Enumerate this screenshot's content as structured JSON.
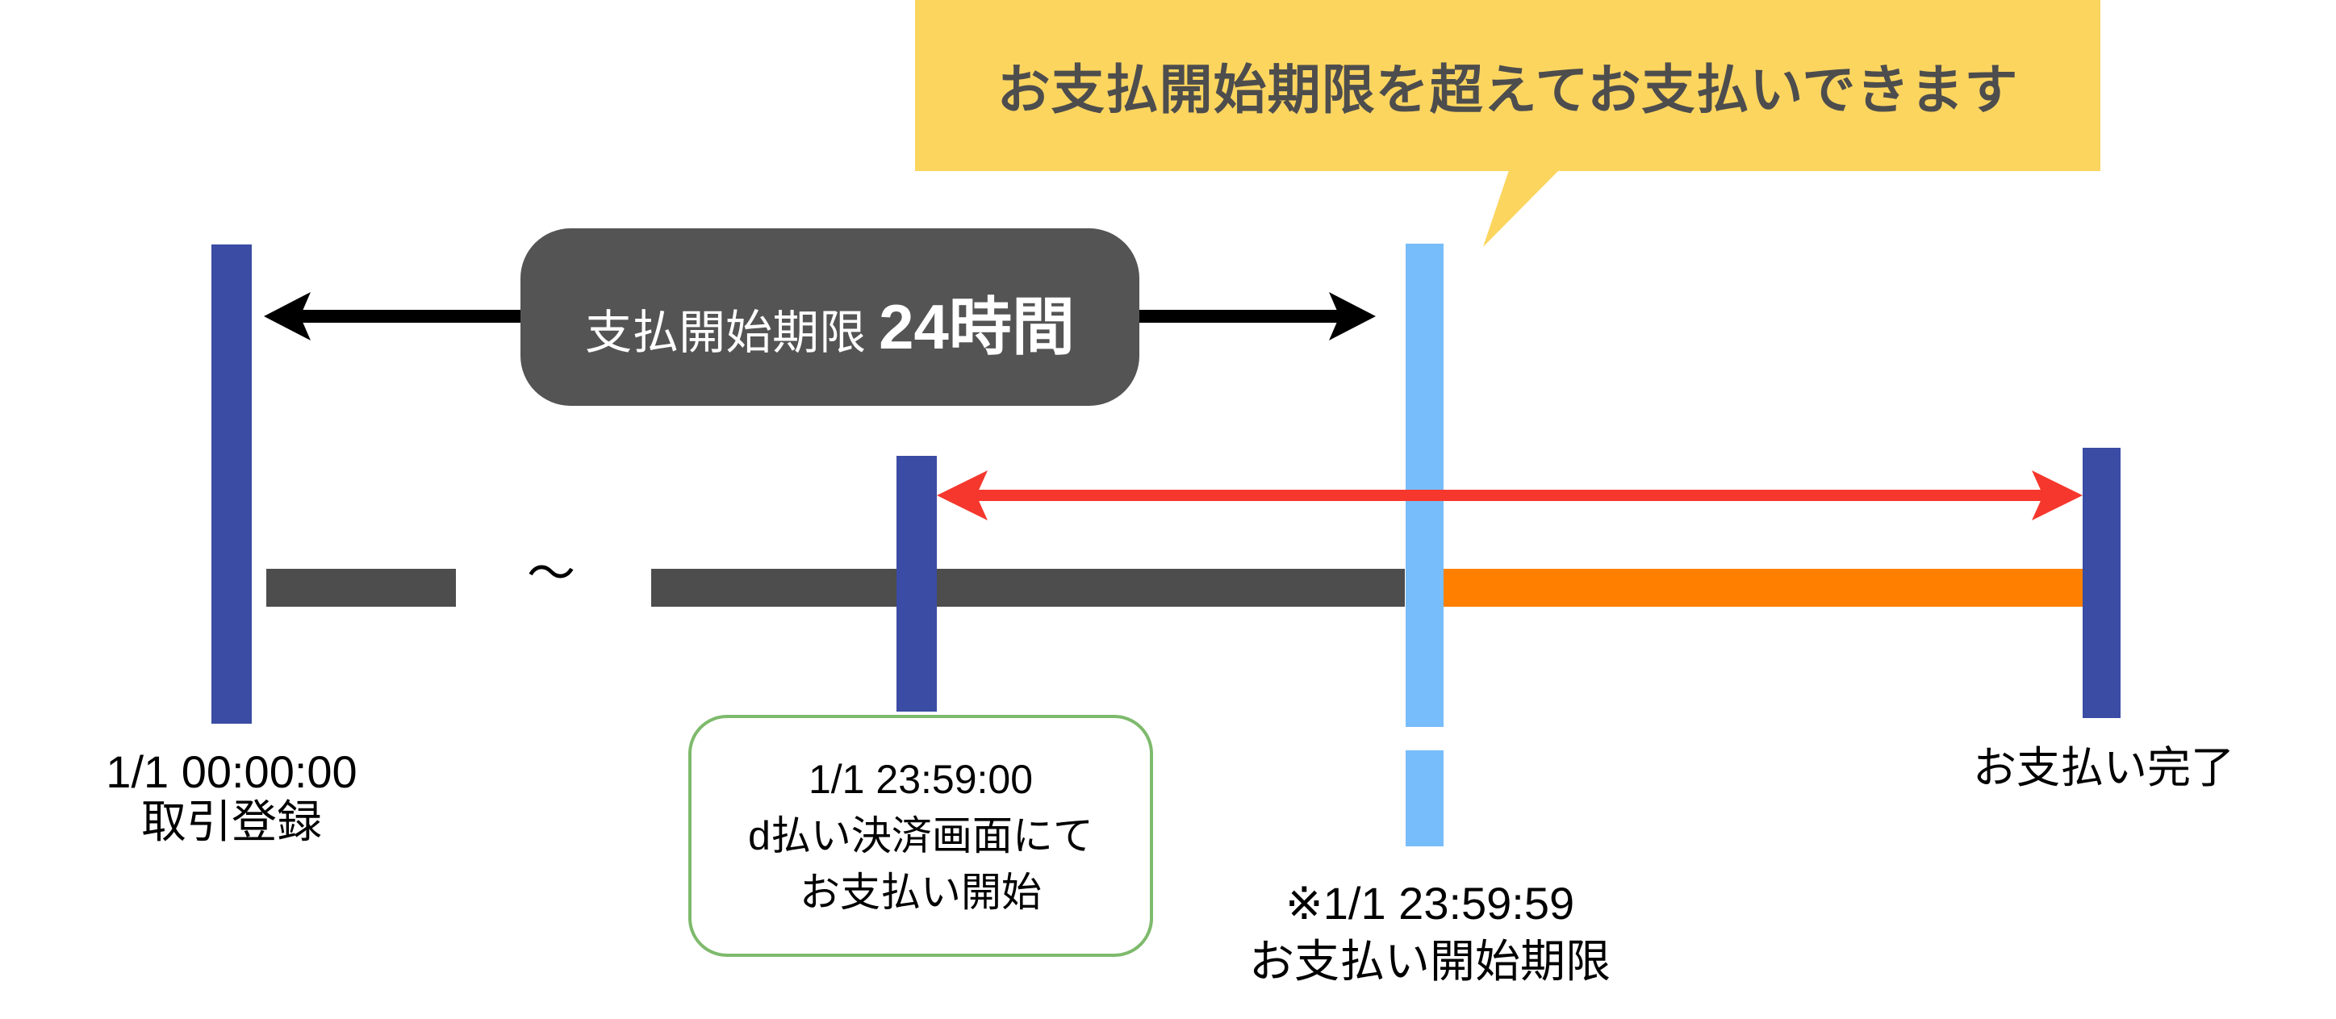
{
  "colors": {
    "royal_blue": "#3A4CA4",
    "light_blue": "#77BDFB",
    "orange": "#FF8000",
    "red": "#F5372D",
    "bar_gray": "#4D4D4D",
    "pill_gray": "#545454",
    "callout_yellow": "#FCD55F",
    "callout_text_gray": "#4D4D4D",
    "note_border_green": "#7EBA6C",
    "arrow_black": "#000000"
  },
  "callout": {
    "text": "お支払開始期限を超えてお支払いできます"
  },
  "duration_pill": {
    "label": "支払開始期限",
    "value": "24時間"
  },
  "timeline": {
    "break_symbol": "～"
  },
  "registration_label": {
    "line1": "1/1 00:00:00",
    "line2": "取引登録"
  },
  "payment_start_note": {
    "line1": "1/1 23:59:00",
    "line2": "d払い決済画面にて",
    "line3": "お支払い開始"
  },
  "deadline_label": {
    "line1": "※1/1 23:59:59",
    "line2": "お支払い開始期限"
  },
  "complete_label": {
    "text": "お支払い完了"
  }
}
